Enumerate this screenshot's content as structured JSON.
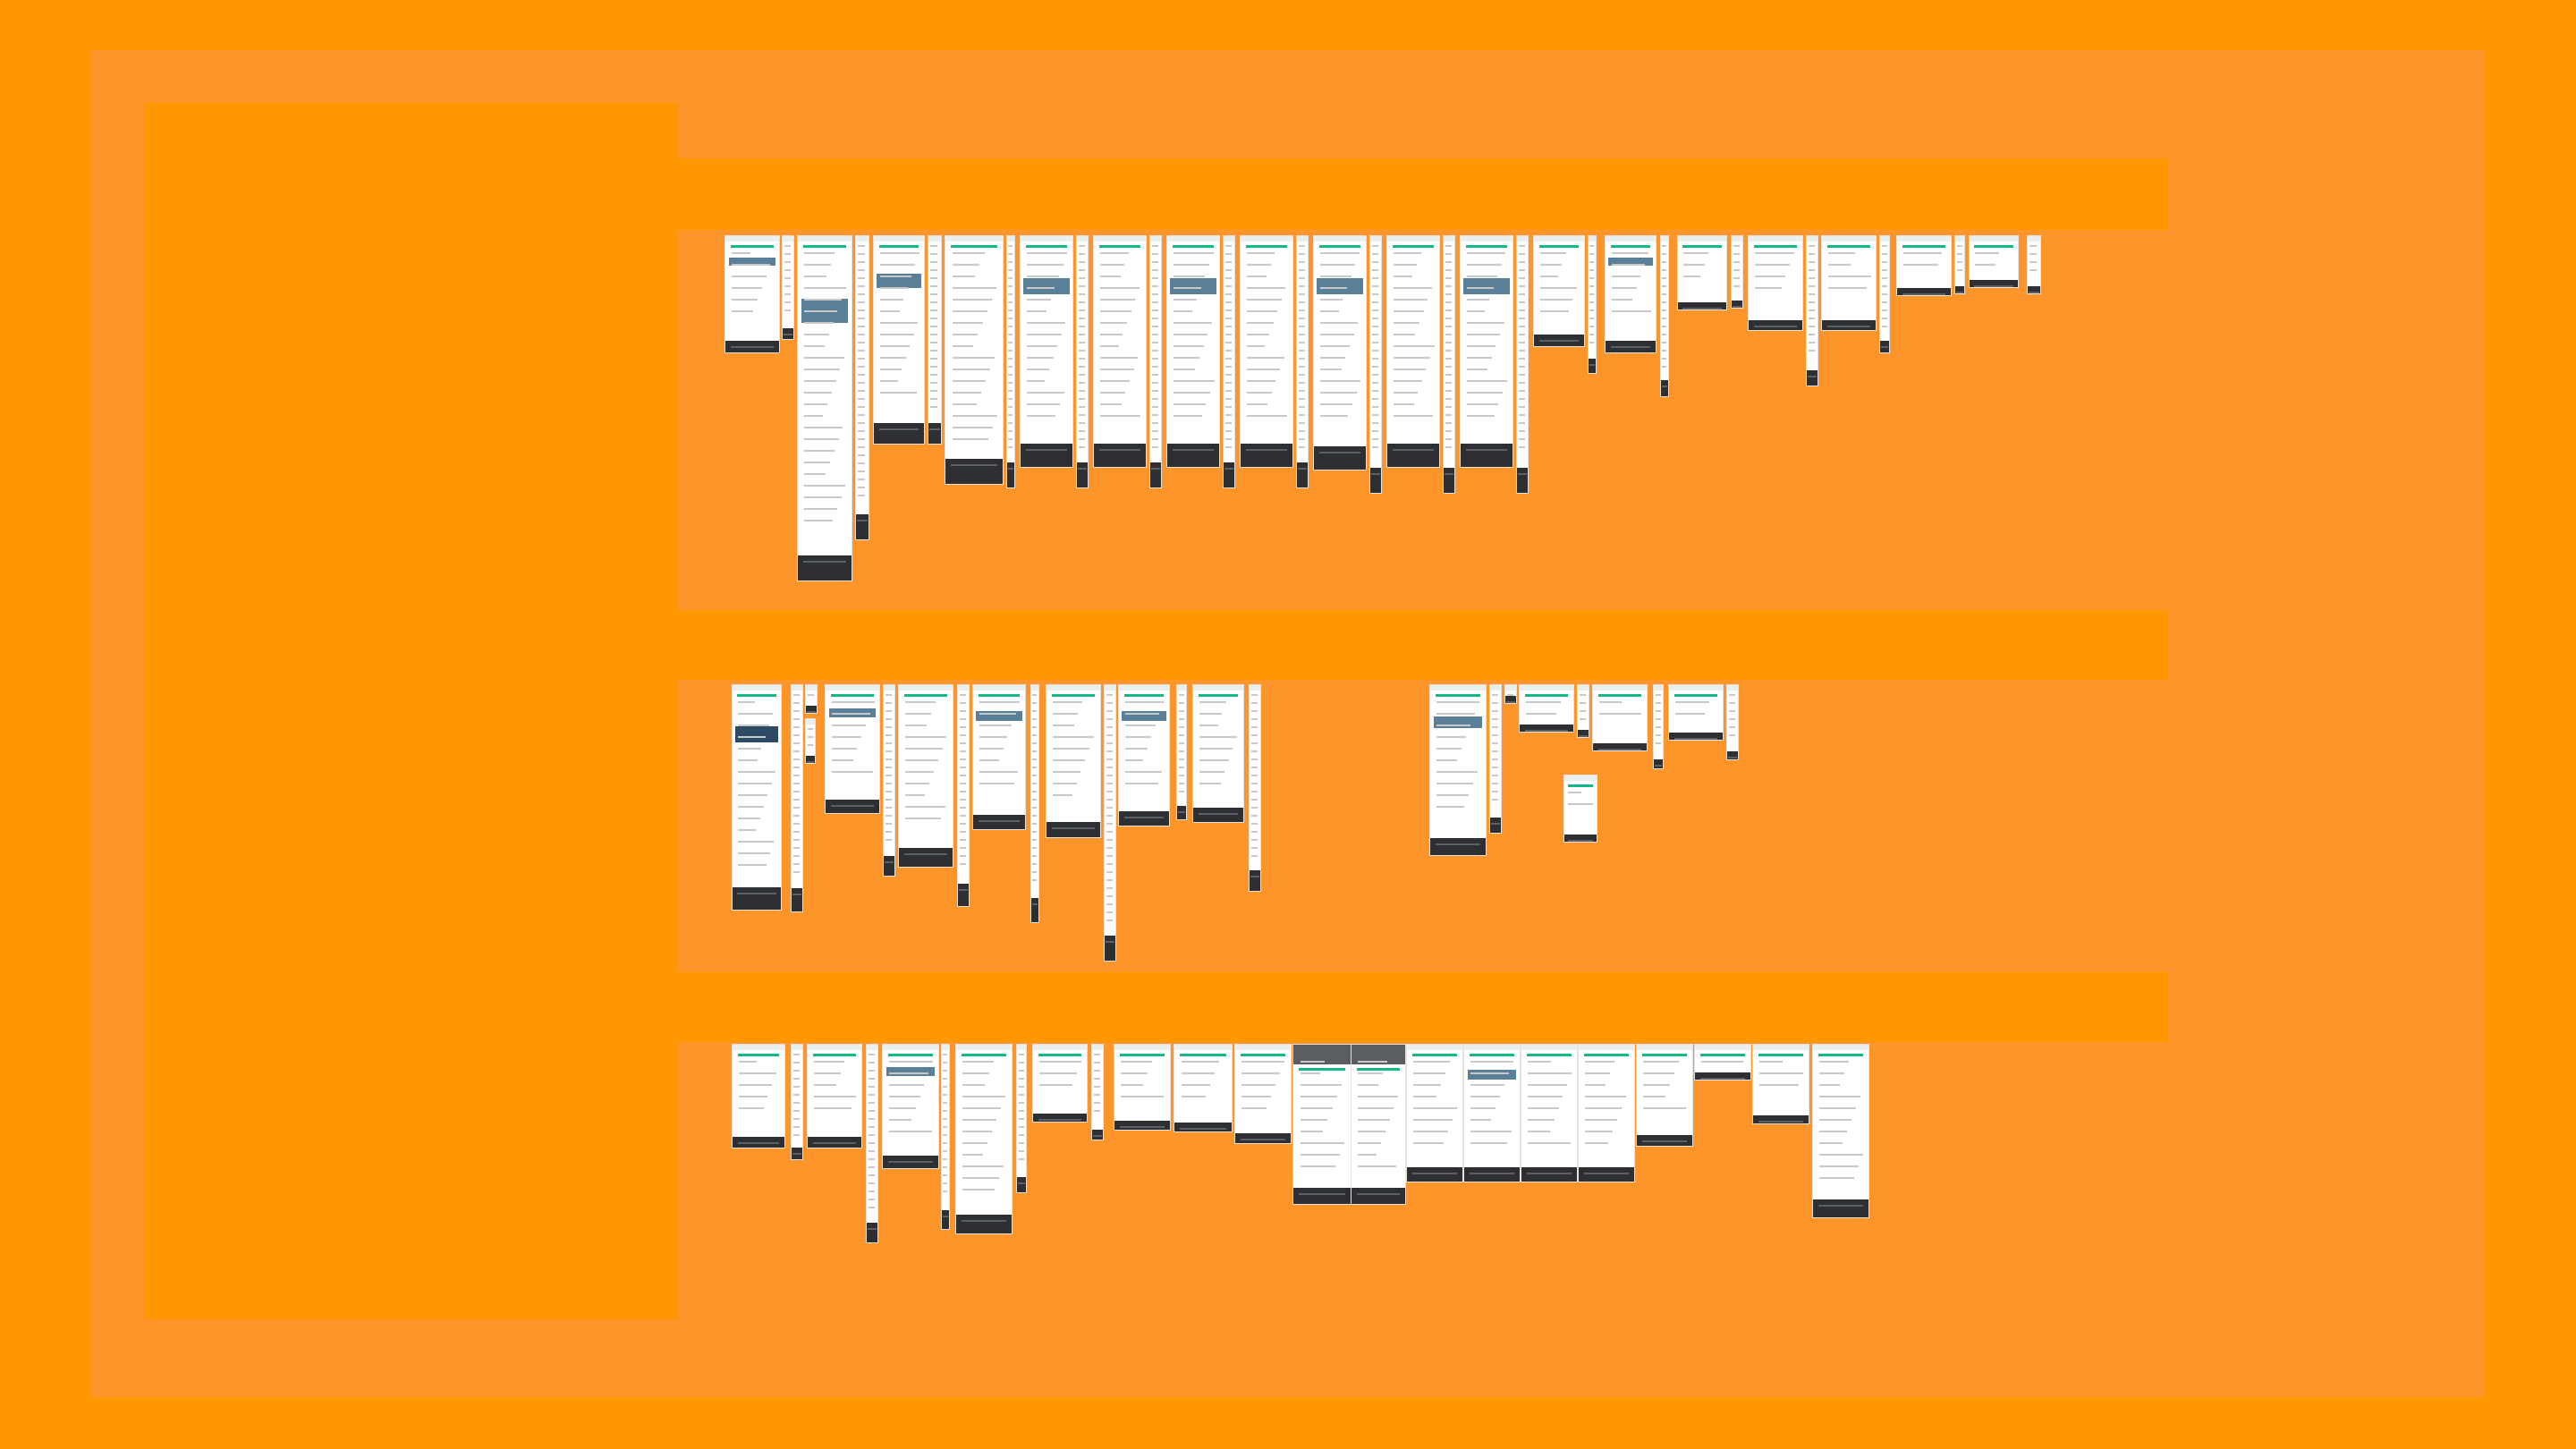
{
  "workspace": {
    "background_color": "#fe9700",
    "canvas_color": "#fe952a",
    "frame_color": "#ffffff",
    "footer_color": "#2d2f33",
    "accent_color": "#12b886"
  },
  "sections": [
    {
      "name": "section-row-1"
    },
    {
      "name": "section-row-2"
    },
    {
      "name": "section-row-3"
    }
  ]
}
